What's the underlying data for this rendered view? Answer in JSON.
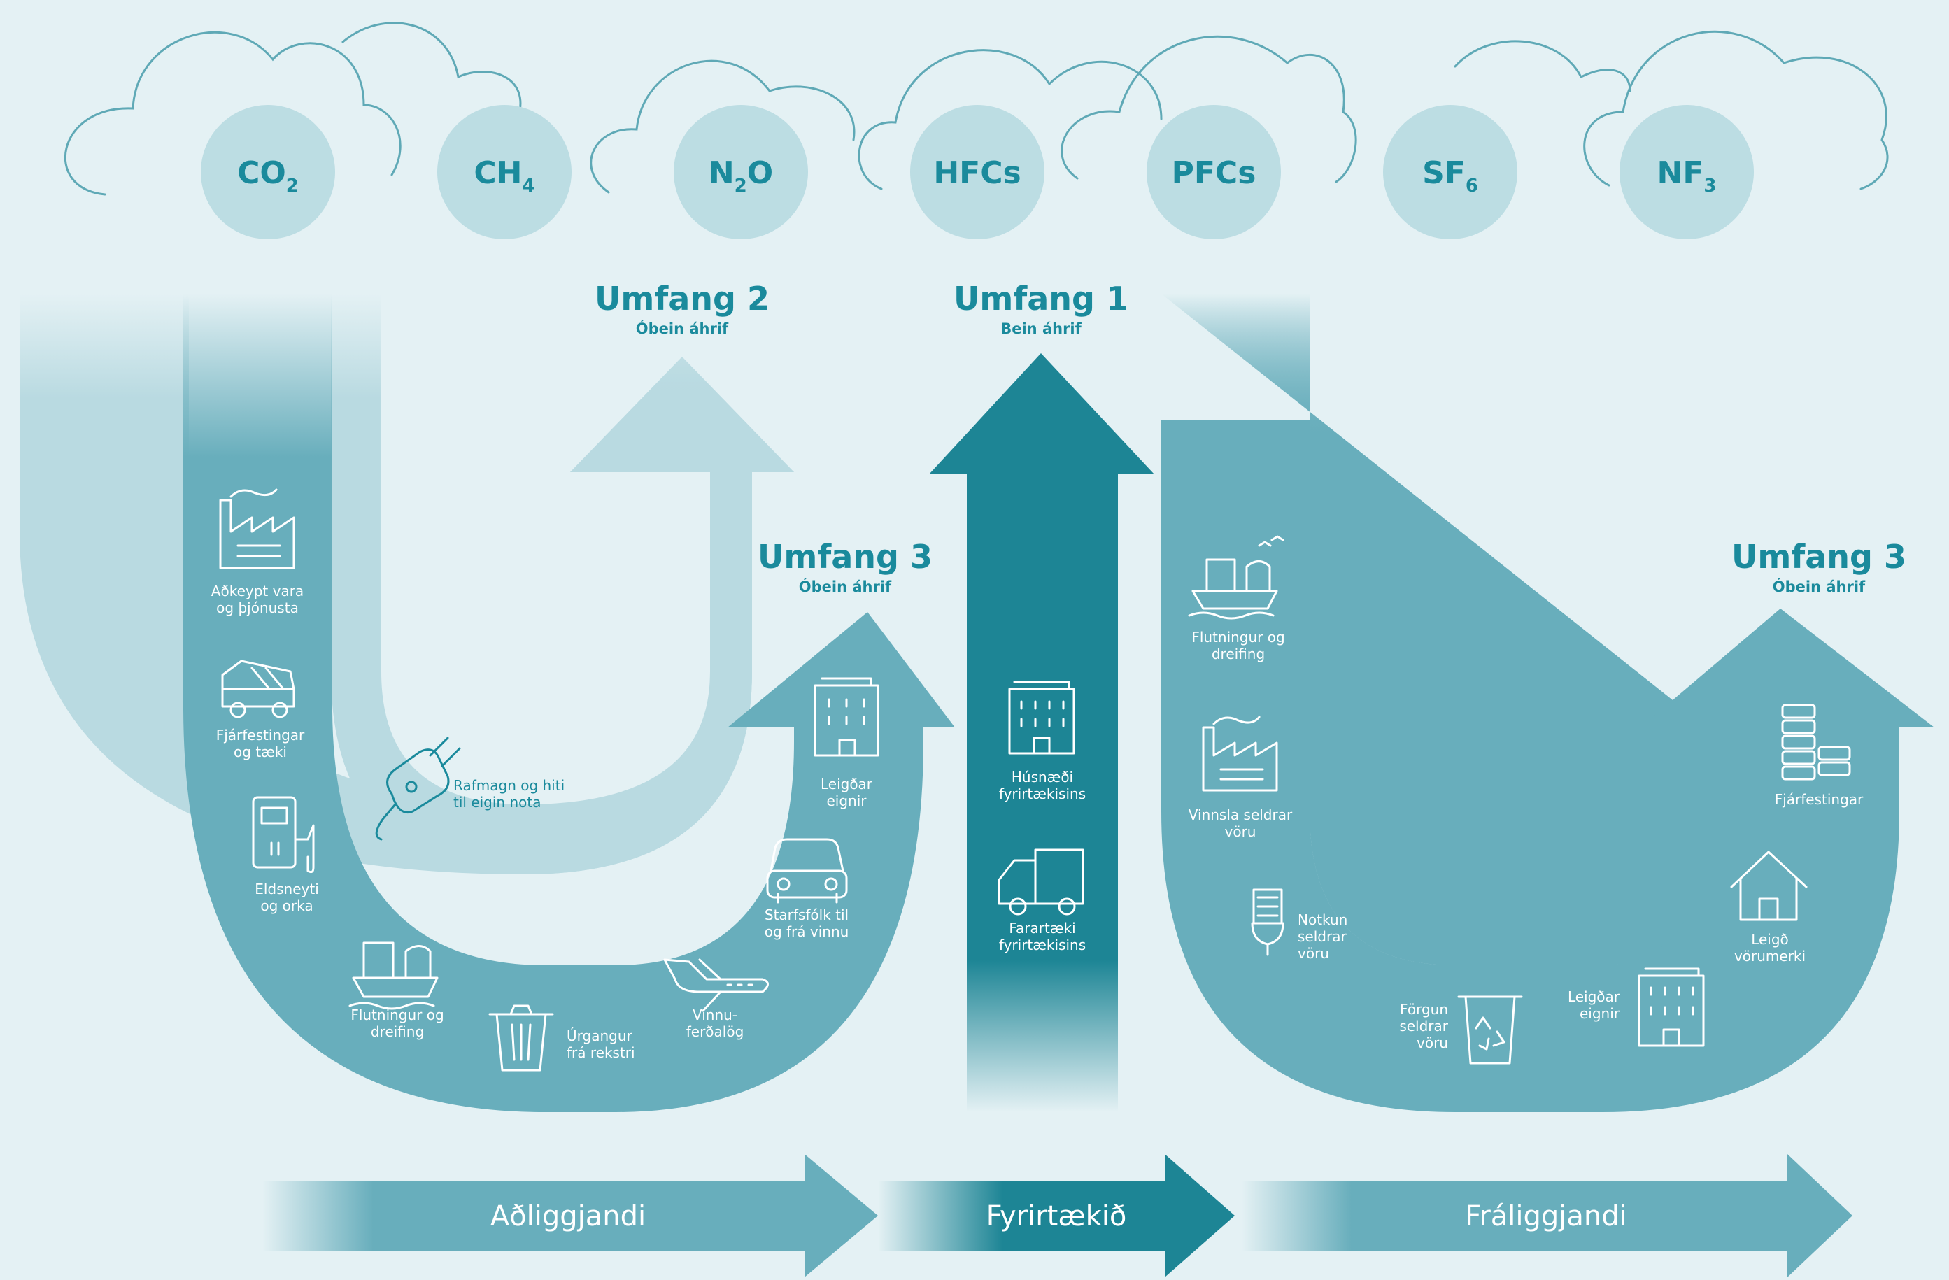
{
  "gases": [
    {
      "main": "CO",
      "sub": "2"
    },
    {
      "main": "CH",
      "sub": "4"
    },
    {
      "main": "N",
      "sub": "2",
      "tail": "O"
    },
    {
      "main": "HFCs",
      "sub": ""
    },
    {
      "main": "PFCs",
      "sub": ""
    },
    {
      "main": "SF",
      "sub": "6"
    },
    {
      "main": "NF",
      "sub": "3"
    }
  ],
  "scopes": {
    "scope2": {
      "title": "Umfang 2",
      "subtitle": "Óbein áhrif"
    },
    "scope1": {
      "title": "Umfang 1",
      "subtitle": "Bein áhrif"
    },
    "scope3_left": {
      "title": "Umfang 3",
      "subtitle": "Óbein áhrif"
    },
    "scope3_right": {
      "title": "Umfang 3",
      "subtitle": "Óbein áhrif"
    }
  },
  "upstream": {
    "purchased": [
      "Aðkeypt vara",
      "og þjónusta"
    ],
    "capital": [
      "Fjárfestingar",
      "og tæki"
    ],
    "fuel": [
      "Eldsneyti",
      "og orka"
    ],
    "transport": [
      "Flutningur og",
      "dreifing"
    ],
    "waste": [
      "Úrgangur",
      "frá rekstri"
    ],
    "travel": [
      "Vinnu-",
      "ferðalög"
    ],
    "commute": [
      "Starfsfólk til",
      "og frá vinnu"
    ],
    "leased": [
      "Leigðar",
      "eignir"
    ],
    "electricity": [
      "Rafmagn og hiti",
      "til eigin nota"
    ]
  },
  "company": {
    "facilities": [
      "Húsnæði",
      "fyrirtækisins"
    ],
    "vehicles": [
      "Farartæki",
      "fyrirtækisins"
    ]
  },
  "downstream": {
    "transport": [
      "Flutningur og",
      "dreifing"
    ],
    "processing": [
      "Vinnsla seldrar",
      "vöru"
    ],
    "use": [
      "Notkun",
      "seldrar",
      "vöru"
    ],
    "endoflife": [
      "Förgun",
      "seldrar",
      "vöru"
    ],
    "leased": [
      "Leigðar",
      "eignir"
    ],
    "franchises": [
      "Leigð",
      "vörumerki"
    ],
    "investments": [
      "Fjárfestingar"
    ]
  },
  "bottom": {
    "upstream": "Aðliggjandi",
    "company": "Fyrirtækið",
    "downstream": "Fráliggjandi"
  }
}
